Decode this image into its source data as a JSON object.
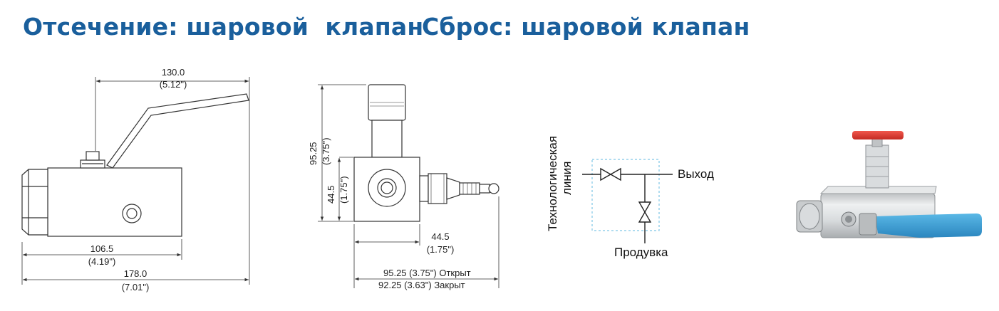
{
  "titles": {
    "shutoff": "Отсечение: шаровой  клапан",
    "bleed": "Сброс: шаровой клапан"
  },
  "drawing1": {
    "dim_top": "130.0",
    "dim_top_in": "(5.12\")",
    "dim_mid": "106.5",
    "dim_mid_in": "(4.19\")",
    "dim_bottom": "178.0",
    "dim_bottom_in": "(7.01\")"
  },
  "drawing2": {
    "dim_height": "95.25",
    "dim_height_in": "(3.75\")",
    "dim_body": "44.5",
    "dim_body_in": "(1.75\")",
    "dim_width": "44.5",
    "dim_width_in": "(1.75\")",
    "dim_open": "95.25 (3.75\") Открыт",
    "dim_closed": "92.25 (3.63\") Закрыт"
  },
  "schematic": {
    "process_line_1": "Технологическая",
    "process_line_2": "линия",
    "outlet": "Выход",
    "vent": "Продувка"
  },
  "colors": {
    "title": "#1a5f9c",
    "handle_blue": "#3aa0d6",
    "handle_red": "#e0352b",
    "dashed_box": "#7fc6e6"
  }
}
